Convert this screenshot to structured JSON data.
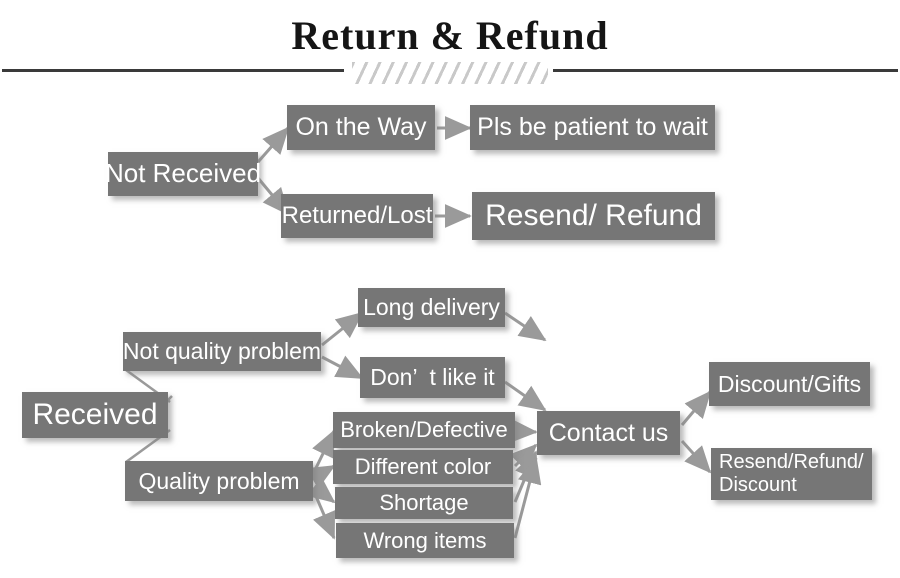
{
  "header": {
    "title": "Return & Refund",
    "divider_style": "hatched"
  },
  "colors": {
    "box_fill": "#767676",
    "box_text": "#ffffff",
    "arrow": "#9a9a9a",
    "title_text": "#151515",
    "rule": "#3a3a3a",
    "hatch": "#c9c9c9",
    "background": "#ffffff"
  },
  "flow": {
    "not_received_branch": {
      "root": "Not Received",
      "steps": [
        {
          "cause": "On the Way",
          "result": "Pls be patient to wait"
        },
        {
          "cause": "Returned/Lost",
          "result": "Resend/ Refund"
        }
      ]
    },
    "received_branch": {
      "root": "Received",
      "categories": [
        {
          "label": "Not quality problem",
          "reasons": [
            "Long delivery",
            "Don’  t like it"
          ]
        },
        {
          "label": "Quality problem",
          "reasons": [
            "Broken/Defective",
            "Different color",
            "Shortage",
            "Wrong items"
          ]
        }
      ],
      "action": "Contact us",
      "outcomes": [
        "Discount/Gifts",
        "Resend/Refund/\nDiscount"
      ]
    }
  }
}
